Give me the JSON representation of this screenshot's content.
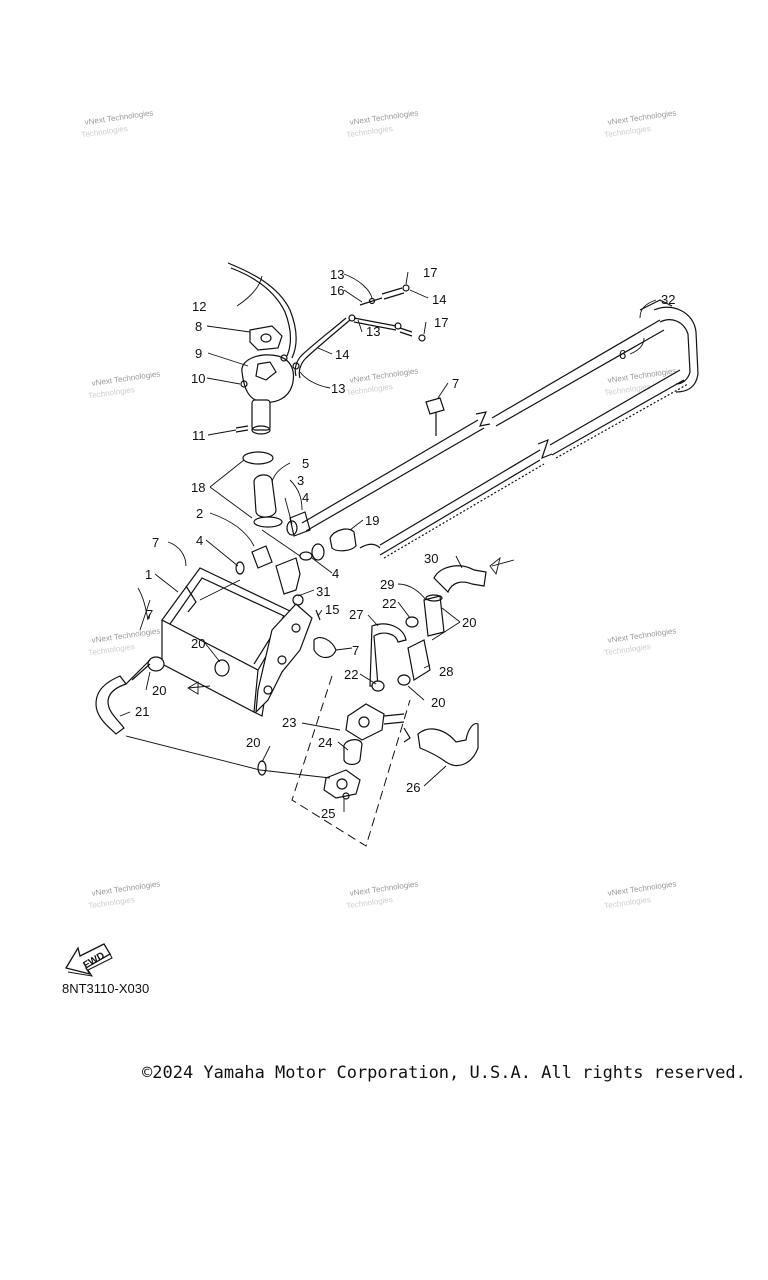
{
  "watermark": {
    "line1": "vNext Technologies",
    "line2": "Technologies"
  },
  "callouts": [
    "1",
    "2",
    "3",
    "4",
    "5",
    "6",
    "7",
    "8",
    "9",
    "10",
    "11",
    "12",
    "13",
    "14",
    "15",
    "16",
    "17",
    "18",
    "19",
    "20",
    "21",
    "22",
    "23",
    "24",
    "25",
    "26",
    "27",
    "28",
    "29",
    "30",
    "31",
    "32"
  ],
  "fwd_label": "FWD",
  "catalog_code": "8NT3110-X030",
  "copyright": "©2024 Yamaha Motor Corporation, U.S.A. All rights reserved."
}
